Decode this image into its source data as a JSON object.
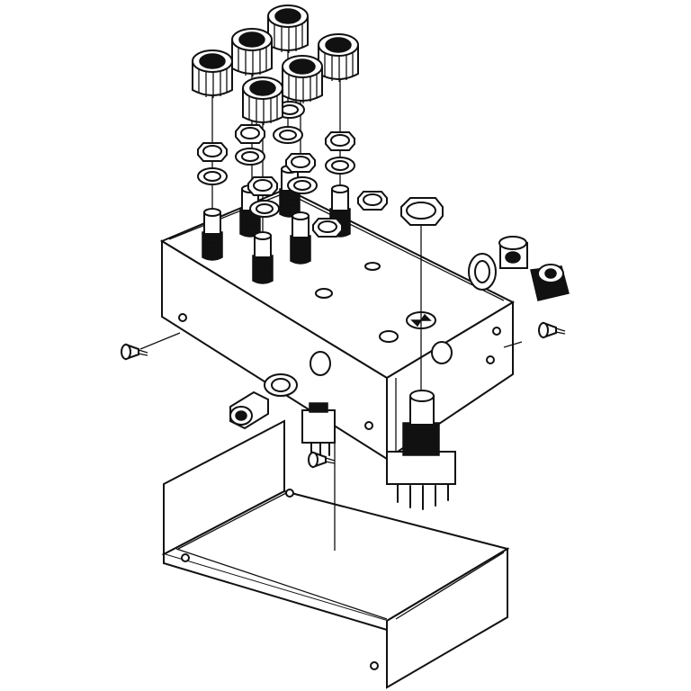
{
  "diagram": {
    "kind": "exploded-assembly-line-drawing",
    "palette": {
      "line": "#111111",
      "fill": "#ffffff",
      "solid": "#111111"
    },
    "parts": [
      "control-knob",
      "hex-nut",
      "washer",
      "potentiometer-shaft",
      "enclosure-top",
      "enclosure-bottom-tray",
      "footswitch",
      "dc-jack",
      "audio-jack",
      "led-bezel",
      "toggle-switch",
      "screw"
    ],
    "counts": {
      "knobs": 6,
      "potentiometers": 6,
      "screws": 3
    }
  }
}
